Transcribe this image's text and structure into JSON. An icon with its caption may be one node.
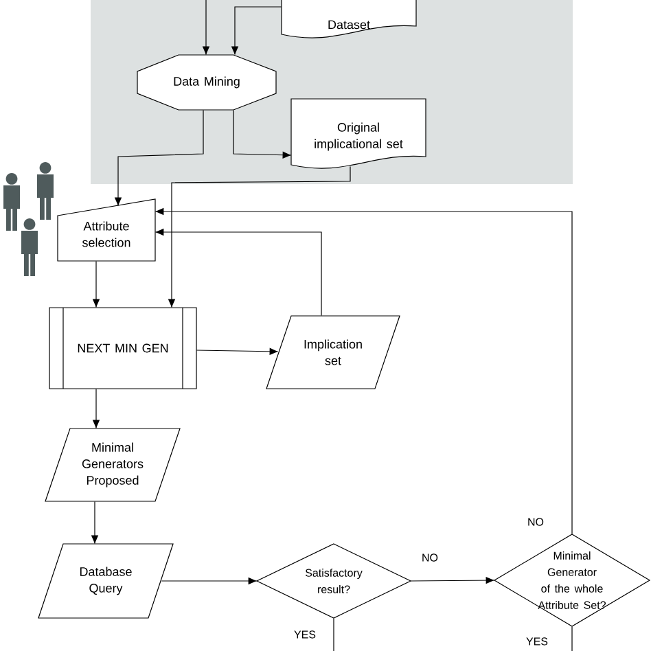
{
  "diagram": {
    "nodes": [
      {
        "text": [],
        "shape": "box"
      },
      {
        "text": [
          "Dataset"
        ],
        "in": 0
      },
      {
        "text": [
          "Data Mining"
        ],
        "in": 0
      },
      {
        "text": [
          "Original implicational set"
        ],
        "in": 0
      },
      {
        "text": [
          "Attribute selection"
        ]
      },
      {
        "text": [
          "NEXT MIN GEN"
        ]
      },
      {
        "text": [
          "Implication set"
        ]
      },
      {
        "text": [
          "Minimal Generators Proposed"
        ]
      },
      {
        "text": [
          "Database Query"
        ]
      },
      {
        "text": [
          "Satisfactory result?"
        ]
      },
      {
        "text": [
          "Minimal Generator of the whole Attribute Set?"
        ]
      }
    ],
    "edges": [
      {
        "from": null,
        "to": 2,
        "arrow": "to"
      },
      {
        "from": 1,
        "to": 2,
        "arrow": "to"
      },
      {
        "from": 2,
        "to": 4,
        "arrow": "to"
      },
      {
        "from": 2,
        "to": 3,
        "arrow": "to"
      },
      {
        "from": 3,
        "to": 5,
        "arrow": "to"
      },
      {
        "from": 4,
        "to": 5,
        "arrow": "to"
      },
      {
        "from": 5,
        "to": 6,
        "arrow": "to"
      },
      {
        "from": 6,
        "to": 4,
        "arrow": "to"
      },
      {
        "from": 5,
        "to": 7,
        "arrow": "to"
      },
      {
        "from": 7,
        "to": 8,
        "arrow": "to"
      },
      {
        "from": 8,
        "to": 9,
        "arrow": "to"
      },
      {
        "from": 9,
        "to": 10,
        "label": "NO",
        "arrow": "to"
      },
      {
        "from": 10,
        "to": 4,
        "label": "NO",
        "arrow": "to"
      },
      {
        "from": 9,
        "to": null,
        "label": "YES",
        "arrow": "none"
      },
      {
        "from": 10,
        "to": null,
        "label": "YES",
        "arrow": "none"
      }
    ]
  }
}
